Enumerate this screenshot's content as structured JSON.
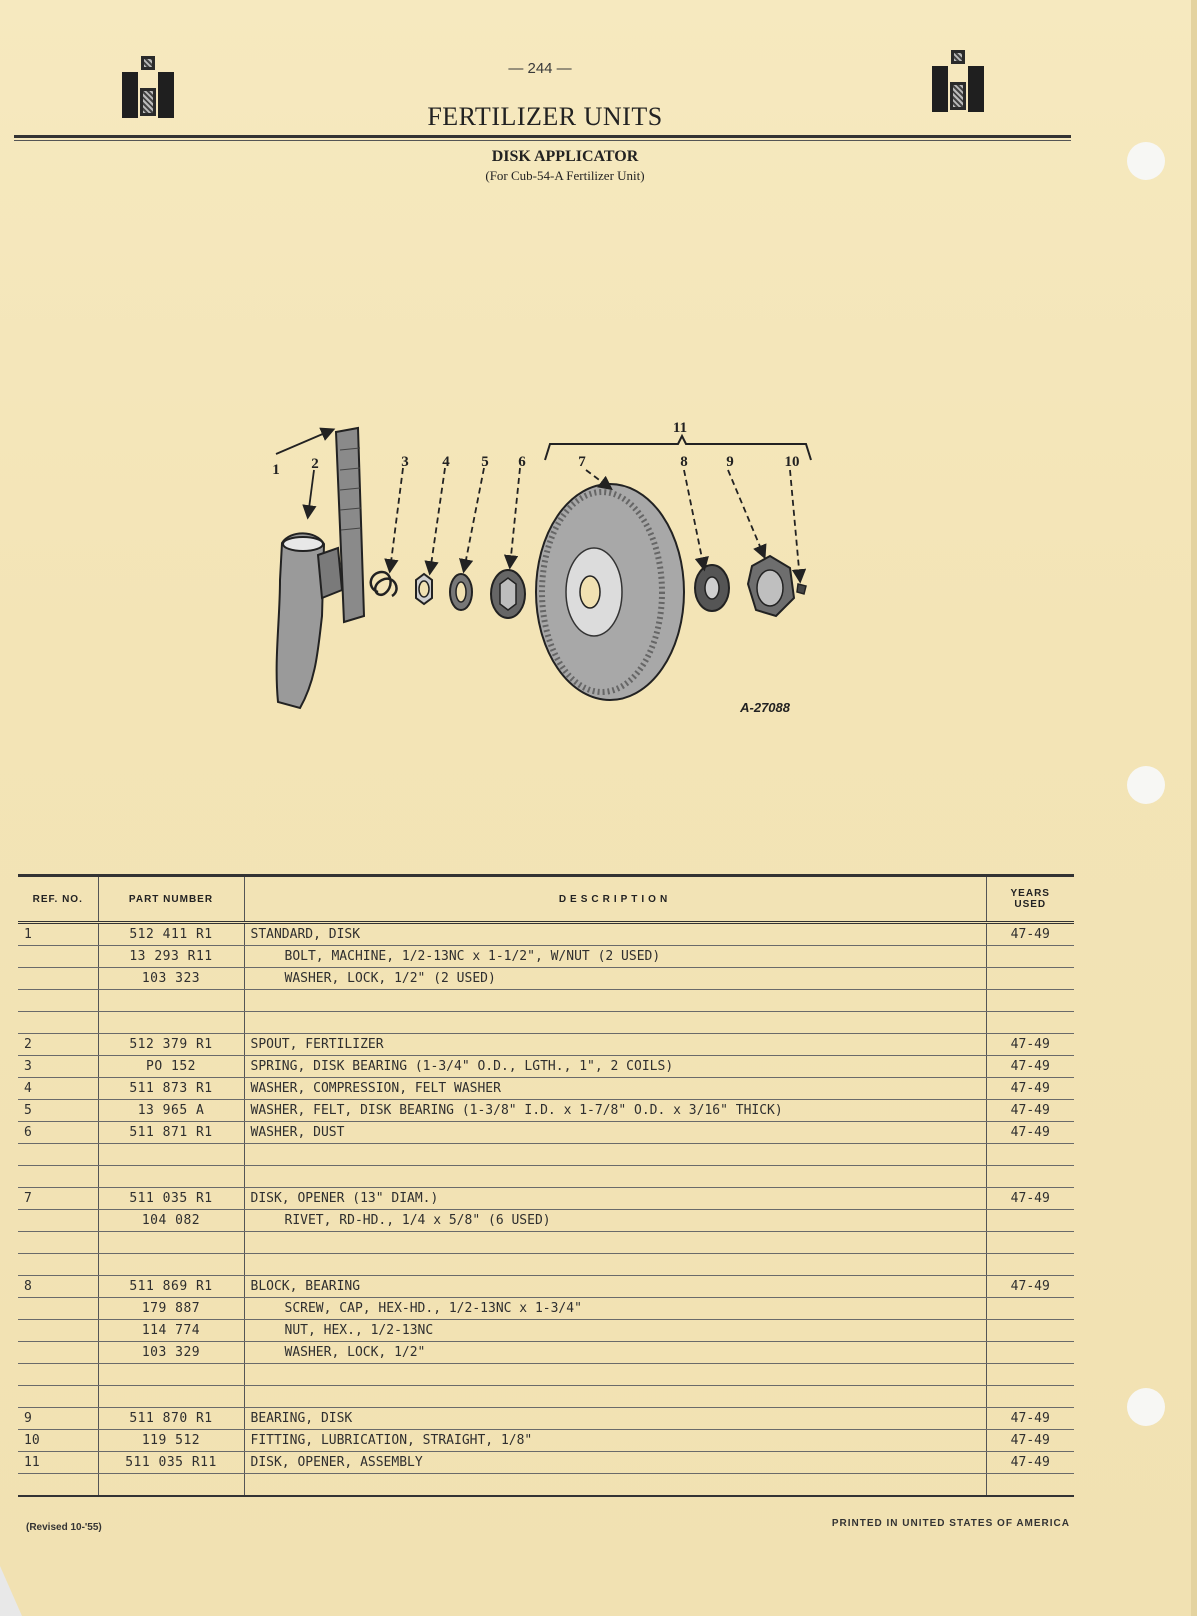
{
  "header": {
    "page_number": "— 244 —",
    "title": "FERTILIZER UNITS",
    "subtitle": "DISK APPLICATOR",
    "subsubtitle": "(For Cub-54-A Fertilizer Unit)"
  },
  "figure": {
    "code": "A-27088",
    "callouts": [
      "1",
      "2",
      "3",
      "4",
      "5",
      "6",
      "7",
      "8",
      "9",
      "10",
      "11"
    ]
  },
  "table": {
    "headers": {
      "ref": "REF. NO.",
      "part": "PART NUMBER",
      "desc": "DESCRIPTION",
      "years_line1": "YEARS",
      "years_line2": "USED"
    },
    "rows": [
      {
        "ref": "1",
        "part": "512 411 R1",
        "desc": "STANDARD, DISK",
        "years": "47-49",
        "sub": false
      },
      {
        "ref": "",
        "part": "13 293 R11",
        "desc": "BOLT, MACHINE, 1/2-13NC x 1-1/2\", W/NUT (2 USED)",
        "years": "",
        "sub": true
      },
      {
        "ref": "",
        "part": "103 323",
        "desc": "WASHER, LOCK, 1/2\" (2 USED)",
        "years": "",
        "sub": true
      },
      {
        "ref": "",
        "part": "",
        "desc": "",
        "years": "",
        "sub": false
      },
      {
        "ref": "",
        "part": "",
        "desc": "",
        "years": "",
        "sub": false
      },
      {
        "ref": "2",
        "part": "512 379 R1",
        "desc": "SPOUT, FERTILIZER",
        "years": "47-49",
        "sub": false
      },
      {
        "ref": "3",
        "part": "PO 152",
        "desc": "SPRING, DISK BEARING (1-3/4\" O.D., LGTH., 1\", 2 COILS)",
        "years": "47-49",
        "sub": false
      },
      {
        "ref": "4",
        "part": "511 873 R1",
        "desc": "WASHER, COMPRESSION, FELT WASHER",
        "years": "47-49",
        "sub": false
      },
      {
        "ref": "5",
        "part": "13 965 A",
        "desc": "WASHER, FELT, DISK BEARING (1-3/8\" I.D. x 1-7/8\" O.D. x 3/16\" THICK)",
        "years": "47-49",
        "sub": false
      },
      {
        "ref": "6",
        "part": "511 871 R1",
        "desc": "WASHER, DUST",
        "years": "47-49",
        "sub": false
      },
      {
        "ref": "",
        "part": "",
        "desc": "",
        "years": "",
        "sub": false
      },
      {
        "ref": "",
        "part": "",
        "desc": "",
        "years": "",
        "sub": false
      },
      {
        "ref": "7",
        "part": "511 035 R1",
        "desc": "DISK, OPENER (13\" DIAM.)",
        "years": "47-49",
        "sub": false
      },
      {
        "ref": "",
        "part": "104 082",
        "desc": "RIVET, RD-HD., 1/4 x 5/8\" (6 USED)",
        "years": "",
        "sub": true
      },
      {
        "ref": "",
        "part": "",
        "desc": "",
        "years": "",
        "sub": false
      },
      {
        "ref": "",
        "part": "",
        "desc": "",
        "years": "",
        "sub": false
      },
      {
        "ref": "8",
        "part": "511 869 R1",
        "desc": "BLOCK, BEARING",
        "years": "47-49",
        "sub": false
      },
      {
        "ref": "",
        "part": "179 887",
        "desc": "SCREW, CAP, HEX-HD., 1/2-13NC x 1-3/4\"",
        "years": "",
        "sub": true
      },
      {
        "ref": "",
        "part": "114 774",
        "desc": "NUT, HEX., 1/2-13NC",
        "years": "",
        "sub": true
      },
      {
        "ref": "",
        "part": "103 329",
        "desc": "WASHER, LOCK, 1/2\"",
        "years": "",
        "sub": true
      },
      {
        "ref": "",
        "part": "",
        "desc": "",
        "years": "",
        "sub": false
      },
      {
        "ref": "",
        "part": "",
        "desc": "",
        "years": "",
        "sub": false
      },
      {
        "ref": "9",
        "part": "511 870 R1",
        "desc": "BEARING, DISK",
        "years": "47-49",
        "sub": false
      },
      {
        "ref": "10",
        "part": "119 512",
        "desc": "FITTING, LUBRICATION, STRAIGHT, 1/8\"",
        "years": "47-49",
        "sub": false
      },
      {
        "ref": "11",
        "part": "511 035 R11",
        "desc": "DISK, OPENER, ASSEMBLY",
        "years": "47-49",
        "sub": false
      },
      {
        "ref": "",
        "part": "",
        "desc": "",
        "years": "",
        "sub": false
      }
    ]
  },
  "footer": {
    "revised": "(Revised 10-'55)",
    "printed": "PRINTED IN UNITED STATES OF AMERICA"
  }
}
